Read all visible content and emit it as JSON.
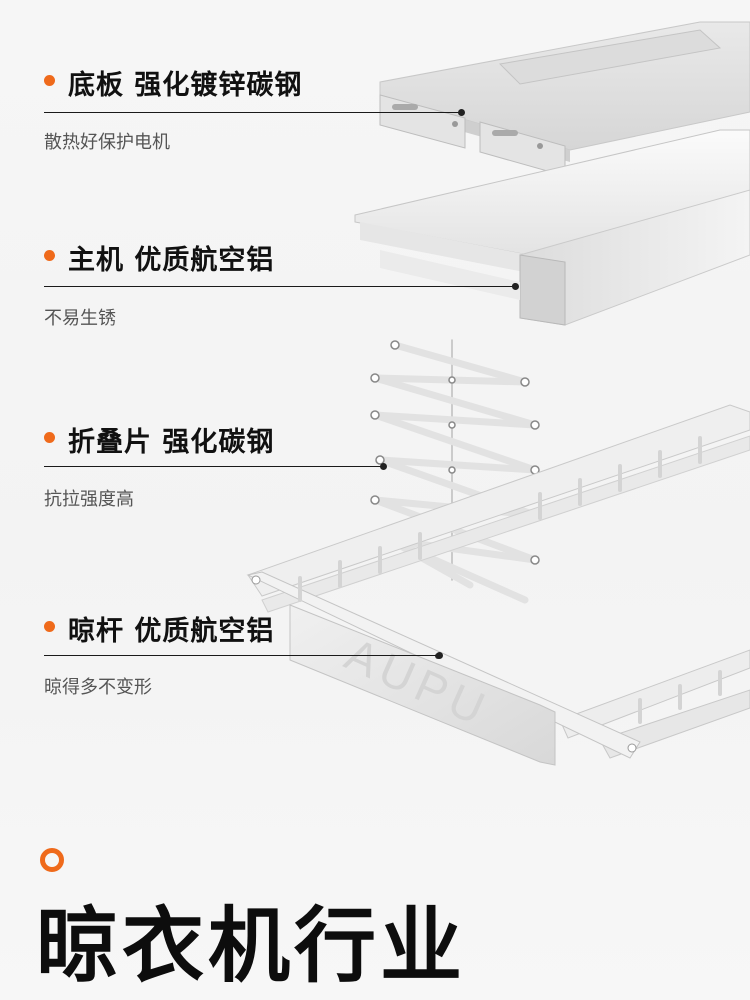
{
  "features": [
    {
      "title": "底板 强化镀锌碳钢",
      "subtitle": "散热好保护电机"
    },
    {
      "title": "主机 优质航空铝",
      "subtitle": "不易生锈"
    },
    {
      "title": "折叠片 强化碳钢",
      "subtitle": "抗拉强度高"
    },
    {
      "title": "晾杆 优质航空铝",
      "subtitle": "晾得多不变形"
    }
  ],
  "brand_on_rack": "AUPU",
  "section_title": "晾衣机行业",
  "colors": {
    "accent": "#ef6a1b",
    "text": "#111111",
    "subtext": "#555555",
    "background": "#f4f4f4"
  }
}
